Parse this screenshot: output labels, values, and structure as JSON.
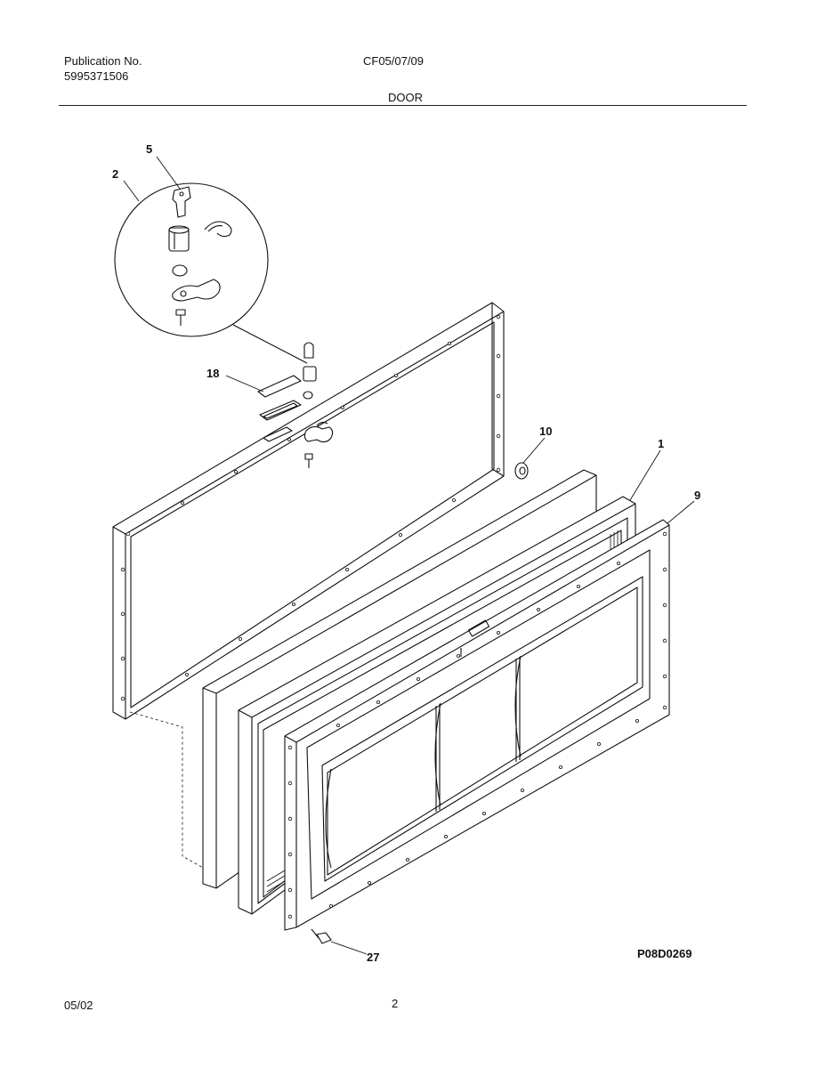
{
  "header": {
    "publication_label": "Publication No.",
    "publication_number": "5995371506",
    "model": "CF05/07/09",
    "section_title": "DOOR"
  },
  "diagram": {
    "callouts": {
      "c5": "5",
      "c2": "2",
      "c18": "18",
      "c10": "10",
      "c1": "1",
      "c9": "9",
      "c27": "27"
    },
    "drawing_code": "P08D0269"
  },
  "footer": {
    "date": "05/02",
    "page": "2"
  }
}
